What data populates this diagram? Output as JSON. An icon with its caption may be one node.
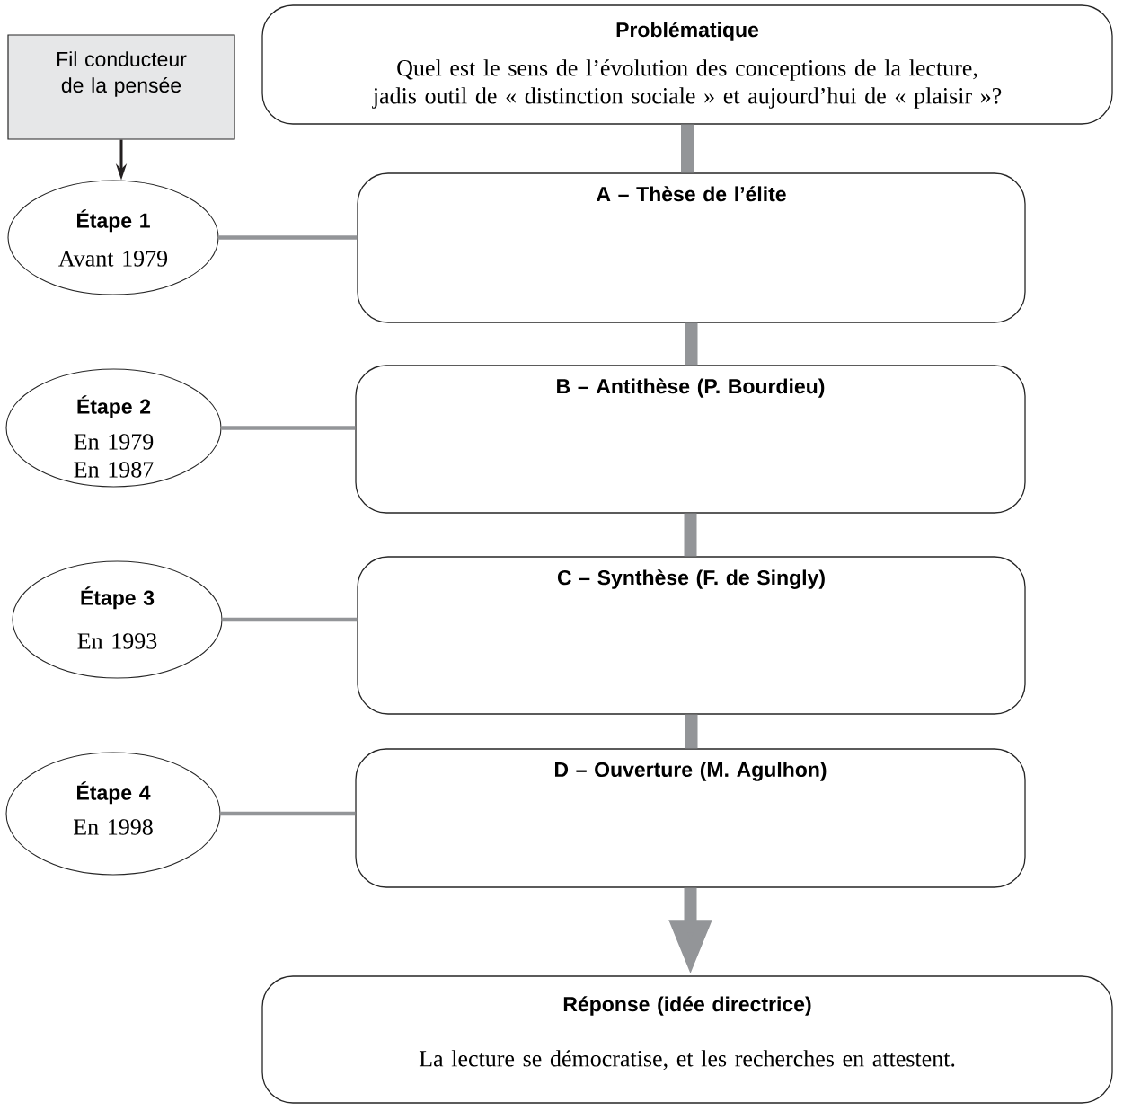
{
  "diagram": {
    "nodes": [
      {
        "text": [
          "Fil conducteur de la pensée"
        ]
      },
      {
        "text": [
          "Problématique",
          "Quel est le sens de l’évolution des conceptions de la lecture, jadis outil de « distinction sociale » et aujourd’hui de « plaisir »?"
        ]
      },
      {
        "text": [
          "Étape 1",
          "Avant 1979"
        ]
      },
      {
        "text": [
          "A – Thèse de l’élite"
        ]
      },
      {
        "text": [
          "Étape 2",
          "En 1979 En 1987"
        ]
      },
      {
        "text": [
          "B – Antithèse (P. Bourdieu)"
        ]
      },
      {
        "text": [
          "Étape 3",
          "En 1993"
        ]
      },
      {
        "text": [
          "C – Synthèse (F. de Singly)"
        ]
      },
      {
        "text": [
          "Étape 4",
          "En 1998"
        ]
      },
      {
        "text": [
          "D – Ouverture (M. Agulhon)"
        ]
      },
      {
        "text": [
          "Réponse (idée directrice)",
          "La lecture se démocratise, et les recherches en attestent."
        ]
      }
    ],
    "edges": [
      {
        "from": 0,
        "to": 2,
        "arrow": "to",
        "color": "#231f20"
      },
      {
        "from": 1,
        "to": 3,
        "arrow": "none",
        "style": "thick"
      },
      {
        "from": 2,
        "to": 3,
        "arrow": "none"
      },
      {
        "from": 3,
        "to": 5,
        "arrow": "none",
        "style": "thick"
      },
      {
        "from": 4,
        "to": 5,
        "arrow": "none"
      },
      {
        "from": 5,
        "to": 7,
        "arrow": "none",
        "style": "thick"
      },
      {
        "from": 6,
        "to": 7,
        "arrow": "none"
      },
      {
        "from": 7,
        "to": 9,
        "arrow": "none",
        "style": "thick"
      },
      {
        "from": 8,
        "to": 9,
        "arrow": "none"
      },
      {
        "from": 9,
        "to": 10,
        "arrow": "to",
        "style": "thick"
      }
    ]
  }
}
